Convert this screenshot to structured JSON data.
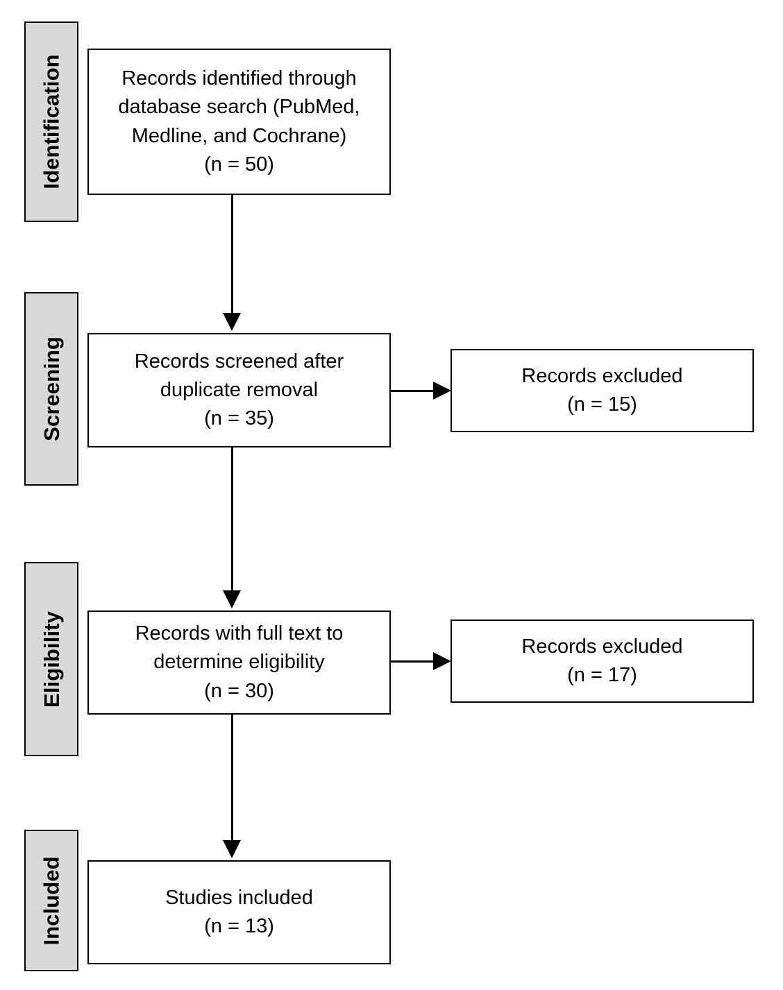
{
  "diagram": {
    "type": "prisma-flow-diagram",
    "title": "PRISMA study selection flow diagram",
    "colors": {
      "stage_bar_fill": "#d9d9d9",
      "box_fill": "#ffffff",
      "stroke": "#000000",
      "page_background": "#ffffff"
    }
  },
  "stages": [
    {
      "id": "identification",
      "label": "Identification"
    },
    {
      "id": "screening",
      "label": "Screening"
    },
    {
      "id": "eligibility",
      "label": "Eligibility"
    },
    {
      "id": "included",
      "label": "Included"
    }
  ],
  "boxes": {
    "identified": {
      "lines": [
        "Records identified through",
        "database search (PubMed,",
        "Medline, and Cochrane)",
        "(n = 50)"
      ],
      "count": 50
    },
    "screened": {
      "lines": [
        "Records screened after",
        "duplicate removal",
        "(n = 35)"
      ],
      "count": 35
    },
    "excluded_screening": {
      "lines": [
        "Records excluded",
        "(n = 15)"
      ],
      "count": 15
    },
    "full_text": {
      "lines": [
        "Records with full text to",
        "determine eligibility",
        "(n = 30)"
      ],
      "count": 30
    },
    "excluded_eligibility": {
      "lines": [
        "Records excluded",
        "(n = 17)"
      ],
      "count": 17
    },
    "studies_included": {
      "lines": [
        "Studies included",
        "(n = 13)"
      ],
      "count": 13
    }
  },
  "connectors": [
    {
      "id": "identified-to-screened",
      "from": "identified",
      "to": "screened",
      "direction": "down"
    },
    {
      "id": "screened-to-excluded",
      "from": "screened",
      "to": "excluded_screening",
      "direction": "right"
    },
    {
      "id": "screened-to-full-text",
      "from": "screened",
      "to": "full_text",
      "direction": "down"
    },
    {
      "id": "full-text-to-excluded",
      "from": "full_text",
      "to": "excluded_eligibility",
      "direction": "right"
    },
    {
      "id": "full-text-to-included",
      "from": "full_text",
      "to": "studies_included",
      "direction": "down"
    }
  ]
}
